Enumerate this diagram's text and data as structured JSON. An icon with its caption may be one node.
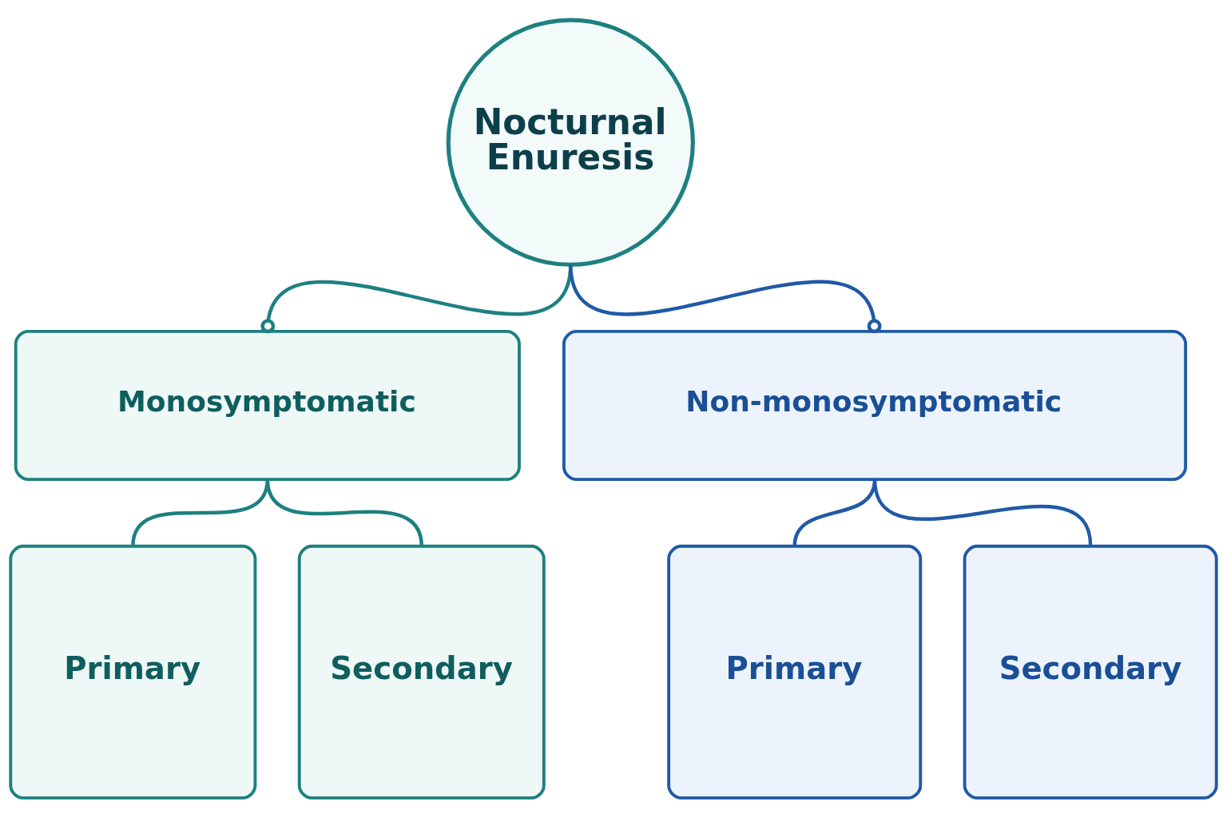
{
  "diagram": {
    "nodes": [
      {
        "text": [
          "Nocturnal Enuresis"
        ]
      },
      {
        "text": [
          "Monosymptomatic"
        ]
      },
      {
        "text": [
          "Non-monosymptomatic"
        ]
      },
      {
        "text": [
          "Primary"
        ]
      },
      {
        "text": [
          "Secondary"
        ]
      },
      {
        "text": [
          "Primary"
        ]
      },
      {
        "text": [
          "Secondary"
        ]
      }
    ],
    "edges": [
      {
        "from": 0,
        "to": 1,
        "arrow": "other"
      },
      {
        "from": 0,
        "to": 2,
        "arrow": "other",
        "color": "#1f5aa6"
      },
      {
        "from": 1,
        "to": 3,
        "arrow": "none"
      },
      {
        "from": 1,
        "to": 4,
        "arrow": "none"
      },
      {
        "from": 2,
        "to": 5,
        "arrow": "none",
        "color": "#1f5aa6"
      },
      {
        "from": 2,
        "to": 6,
        "arrow": "none",
        "color": "#1f5aa6"
      }
    ]
  }
}
